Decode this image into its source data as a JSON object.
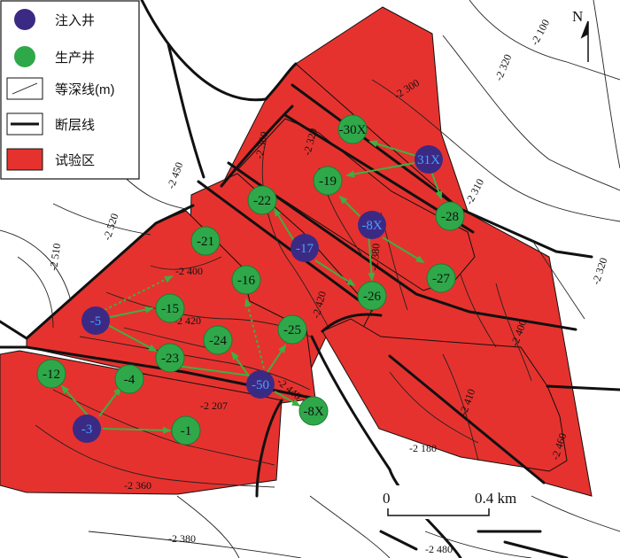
{
  "colors": {
    "injection": "#3b2a84",
    "production": "#2fa84a",
    "test_area": "#e6322e",
    "arrow": "#3cb043",
    "injection_label": "#4aa0ff",
    "production_label": "#111111"
  },
  "legend": {
    "injection_well": "注入井",
    "production_well": "生产井",
    "contour": "等深线(m)",
    "fault": "断层线",
    "test_area": "试验区"
  },
  "north": "N",
  "scale": {
    "zero": "0",
    "distance": "0.4 km"
  },
  "contours": {
    "c2100": "-2 100",
    "c2320a": "-2 320",
    "c2300": "-2 300",
    "c2320b": "-2 320",
    "c2360a": "-2 360",
    "c2450": "-2 450",
    "c2520": "-2 520",
    "c2510": "-2 510",
    "c2310": "-2 310",
    "c2320c": "-2 320",
    "c2380a": "-2 380",
    "c2400a": "-2 400",
    "c2420a": "-2 420",
    "c2420b": "-2 420",
    "c2400b": "-2 400",
    "c2440": "-2 440",
    "c2207": "-2 207",
    "c2410": "-2 410",
    "c2180": "-2 180",
    "c2460": "-2 460",
    "c2360b": "-2 360",
    "c2380b": "-2 380",
    "c2480": "-2 480"
  },
  "wells": {
    "w30x": "-30X",
    "w31x": "31X",
    "w19": "-19",
    "w22": "-22",
    "w8x_inj": "-8X",
    "w28": "-28",
    "w17": "-17",
    "w27": "-27",
    "w26": "-26",
    "w21": "-21",
    "w16": "-16",
    "w5": "-5",
    "w15": "-15",
    "w25": "-25",
    "w24": "-24",
    "w23": "-23",
    "w12": "-12",
    "w4": "-4",
    "w50": "-50",
    "w8x_prod": "-8X",
    "w3": "-3",
    "w1": "-1"
  }
}
